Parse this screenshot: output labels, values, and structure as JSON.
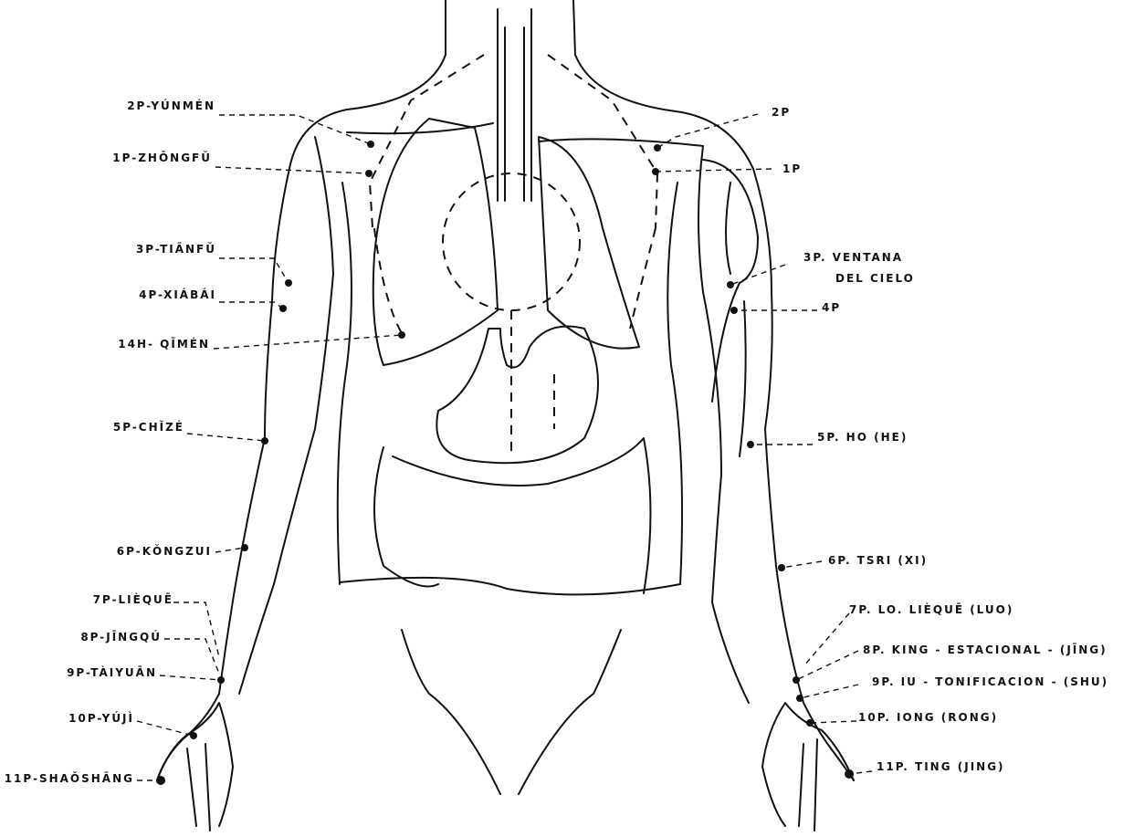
{
  "colors": {
    "ink": "#111111",
    "background": "#ffffff"
  },
  "left_labels": [
    {
      "id": "2p",
      "text": "2P-YÚNMÉN"
    },
    {
      "id": "1p",
      "text": "1P-ZHŌNGFǓ"
    },
    {
      "id": "3p",
      "text": "3P-TIĀNFǓ"
    },
    {
      "id": "4p",
      "text": "4P-XIÁBÁI"
    },
    {
      "id": "14h",
      "text": "14H- QĪMÉN"
    },
    {
      "id": "5p",
      "text": "5P-CHǏZÉ"
    },
    {
      "id": "6p",
      "text": "6P-KǑNGZUI"
    },
    {
      "id": "7p",
      "text": "7P-LIÈQUĒ"
    },
    {
      "id": "8p",
      "text": "8P-JĪNGQÚ"
    },
    {
      "id": "9p",
      "text": "9P-TÀIYUĀN"
    },
    {
      "id": "10p",
      "text": "10P-YÚJÌ"
    },
    {
      "id": "11p",
      "text": "11P-SHAǑSHĀNG"
    }
  ],
  "right_labels": [
    {
      "id": "2p",
      "text": "2P"
    },
    {
      "id": "1p",
      "text": "1P"
    },
    {
      "id": "3p",
      "text": "3P. VENTANA"
    },
    {
      "id": "3p-b",
      "text": "DEL CIELO"
    },
    {
      "id": "4p",
      "text": "4P"
    },
    {
      "id": "5p",
      "text": "5P. HO (HE)"
    },
    {
      "id": "6p",
      "text": "6P. TSRI (XI)"
    },
    {
      "id": "7p",
      "text": "7P. LO. LIÈQUĒ (LUO)"
    },
    {
      "id": "8p",
      "text": "8P. KING - ESTACIONAL - (JĪNG)"
    },
    {
      "id": "9p",
      "text": "9P. IU - TONIFICACION - (SHU)"
    },
    {
      "id": "10p",
      "text": "10P. IONG (RONG)"
    },
    {
      "id": "11p",
      "text": "11P. TING (JING)"
    }
  ]
}
